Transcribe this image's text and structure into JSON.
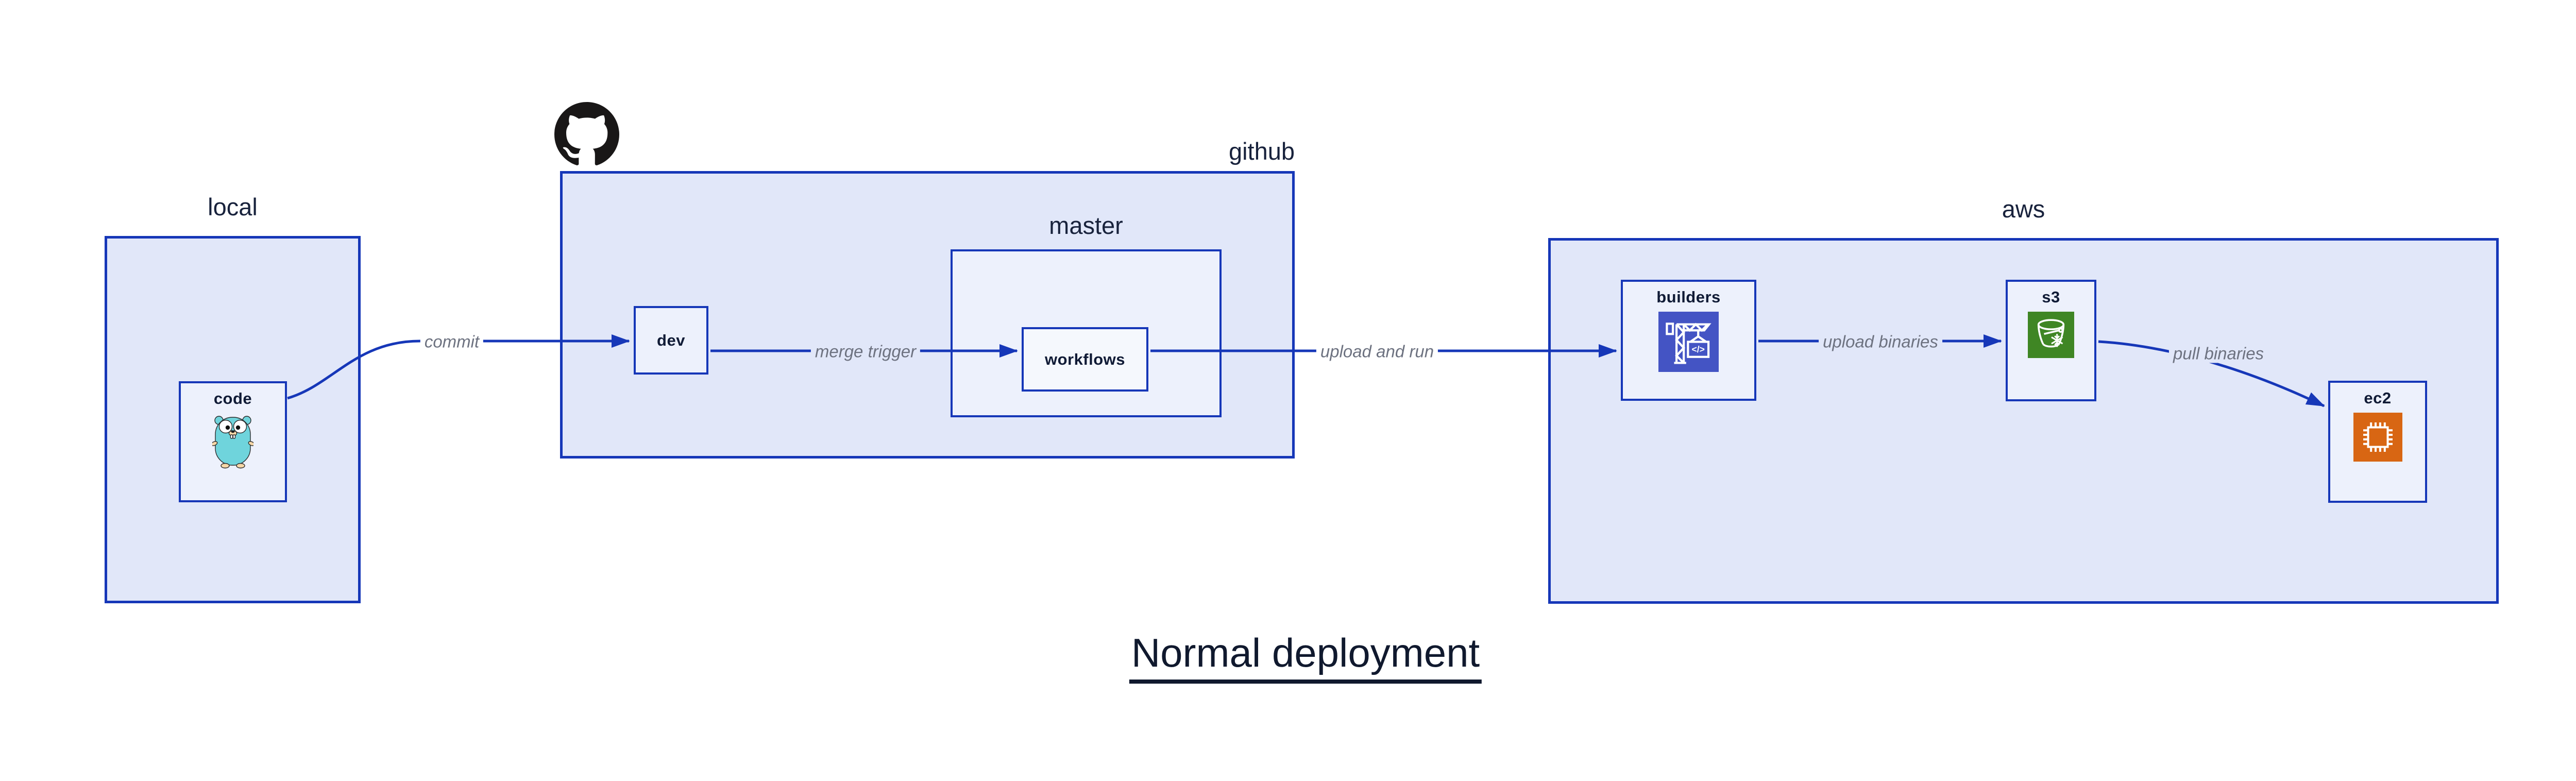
{
  "title": "Normal deployment",
  "containers": {
    "local": {
      "label": "local"
    },
    "github": {
      "label": "github"
    },
    "master": {
      "label": "master"
    },
    "aws": {
      "label": "aws"
    }
  },
  "nodes": {
    "code": {
      "label": "code",
      "icon": "go-gopher-icon"
    },
    "dev": {
      "label": "dev"
    },
    "workflows": {
      "label": "workflows"
    },
    "builders": {
      "label": "builders",
      "icon": "aws-codebuild-icon"
    },
    "s3": {
      "label": "s3",
      "icon": "aws-s3-glacier-icon"
    },
    "ec2": {
      "label": "ec2",
      "icon": "aws-ec2-icon"
    }
  },
  "edges": {
    "commit": {
      "label": "commit"
    },
    "merge_trigger": {
      "label": "merge trigger"
    },
    "upload_and_run": {
      "label": "upload and run"
    },
    "upload_binaries": {
      "label": "upload binaries"
    },
    "pull_binaries": {
      "label": "pull binaries"
    }
  },
  "icons": {
    "github_logo": "github-octocat-icon"
  },
  "colors": {
    "line_and_border": "#1637b8",
    "container_fill": "#e1e7f9",
    "node_fill": "#edf1fc",
    "inner_node_fill": "#f5f8fd",
    "text": "#101b36",
    "edge_label_text": "#6d7280",
    "codebuild_icon": "#4454c4",
    "s3_glacier_icon": "#3f8624",
    "ec2_icon": "#d86613",
    "octocat": "#191717",
    "gopher_body": "#6fd4dc"
  }
}
